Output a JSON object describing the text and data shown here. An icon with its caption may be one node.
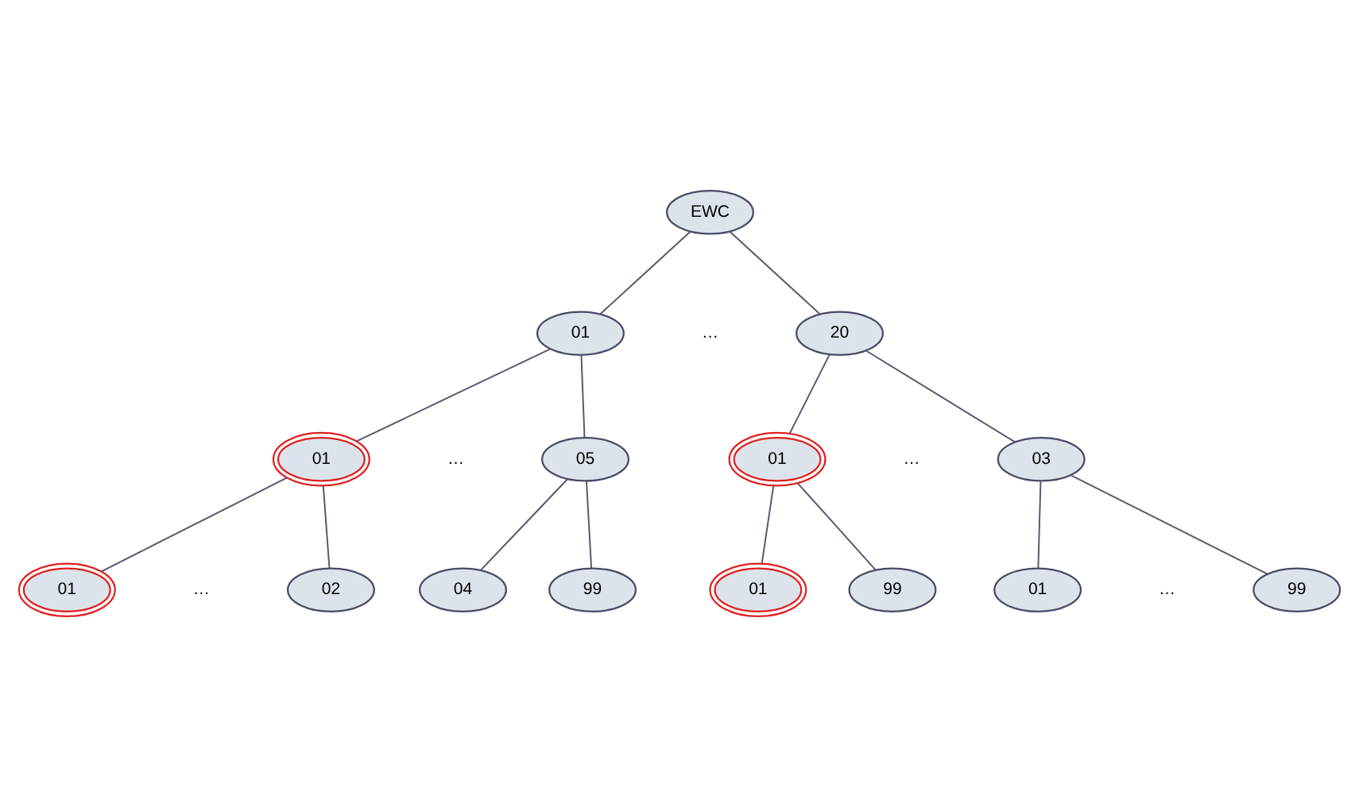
{
  "diagram": {
    "nodes": [
      {
        "text": [
          "EWC"
        ]
      },
      {
        "text": [
          "01"
        ]
      },
      {
        "text": [
          "20"
        ]
      },
      {
        "text": [
          "01"
        ]
      },
      {
        "text": [
          "05"
        ]
      },
      {
        "text": [
          "01"
        ]
      },
      {
        "text": [
          "03"
        ]
      },
      {
        "text": [
          "01"
        ]
      },
      {
        "text": [
          "02"
        ]
      },
      {
        "text": [
          "04"
        ]
      },
      {
        "text": [
          "99"
        ]
      },
      {
        "text": [
          "01"
        ]
      },
      {
        "text": [
          "99"
        ]
      },
      {
        "text": [
          "01"
        ]
      },
      {
        "text": [
          "99"
        ]
      }
    ],
    "edges": [
      {
        "from": 0,
        "to": 1,
        "arrow": "none"
      },
      {
        "from": 0,
        "to": 2,
        "arrow": "none"
      },
      {
        "from": 1,
        "to": 3,
        "arrow": "none"
      },
      {
        "from": 1,
        "to": 4,
        "arrow": "none"
      },
      {
        "from": 2,
        "to": 5,
        "arrow": "none"
      },
      {
        "from": 2,
        "to": 6,
        "arrow": "none"
      },
      {
        "from": 3,
        "to": 7,
        "arrow": "none"
      },
      {
        "from": 3,
        "to": 8,
        "arrow": "none"
      },
      {
        "from": 4,
        "to": 9,
        "arrow": "none"
      },
      {
        "from": 4,
        "to": 10,
        "arrow": "none"
      },
      {
        "from": 5,
        "to": 11,
        "arrow": "none"
      },
      {
        "from": 5,
        "to": 12,
        "arrow": "none"
      },
      {
        "from": 6,
        "to": 13,
        "arrow": "none"
      },
      {
        "from": 6,
        "to": 14,
        "arrow": "none"
      }
    ],
    "labels": [
      "…",
      "…",
      "…",
      "…",
      "…"
    ]
  }
}
